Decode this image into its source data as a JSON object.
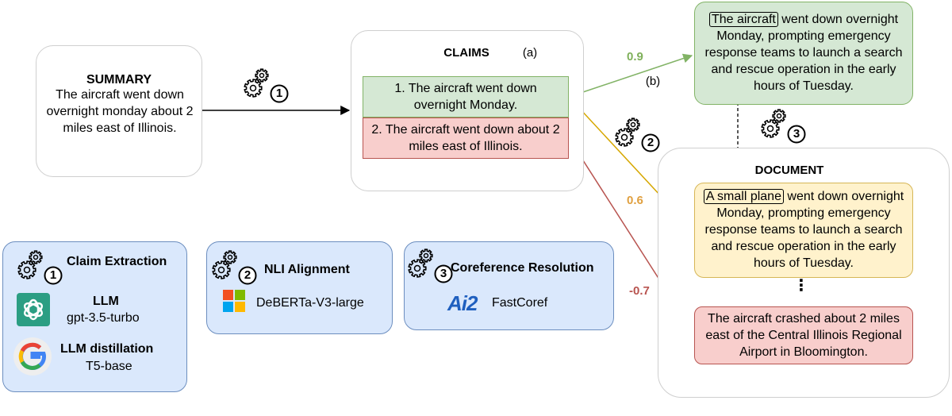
{
  "summary": {
    "title": "SUMMARY",
    "text": "The aircraft went down overnight monday about 2 miles east of Illinois."
  },
  "claims": {
    "title": "CLAIMS",
    "tag": "(a)",
    "items": [
      {
        "text": "1. The aircraft went down overnight Monday.",
        "color": "#d5e8d4"
      },
      {
        "text": "2. The aircraft went down about 2 miles east of Illinois.",
        "color": "#f8cecc"
      }
    ]
  },
  "document": {
    "title": "DOCUMENT",
    "resolved_sentence": {
      "highlight": "The aircraft",
      "rest": " went down overnight Monday, prompting emergency response teams to launch a search and rescue operation in the early hours of Tuesday."
    },
    "original_sentence": {
      "highlight": "A small plane",
      "rest": " went down overnight Monday, prompting emergency response teams to launch a search and rescue operation in the early hours of Tuesday."
    },
    "ellipsis": "⋮",
    "last_sentence": "The aircraft crashed about 2 miles east of the Central Illinois Regional Airport in Bloomington."
  },
  "scores": {
    "green": "0.9",
    "yellow": "0.6",
    "red": "-0.7",
    "b_tag": "(b)"
  },
  "colors": {
    "green_arrow": "#82b366",
    "yellow_arrow": "#d6a700",
    "red_arrow": "#b85450",
    "green_score": "#7fb05a",
    "yellow_score": "#e0a040",
    "red_score": "#b85450"
  },
  "step_numbers": [
    "1",
    "2",
    "3"
  ],
  "legend": {
    "claim_extraction": {
      "title": "Claim Extraction",
      "llm_title": "LLM",
      "llm_model": "gpt-3.5-turbo",
      "distill_title": "LLM distillation",
      "distill_model": "T5-base",
      "icons": [
        "openai-logo-icon",
        "google-logo-icon"
      ]
    },
    "nli": {
      "title": "NLI Alignment",
      "model": "DeBERTa-V3-large",
      "icon": "microsoft-logo-icon"
    },
    "coref": {
      "title": "Coreference Resolution",
      "logo_text": "Ai2",
      "model": "FastCoref"
    }
  }
}
